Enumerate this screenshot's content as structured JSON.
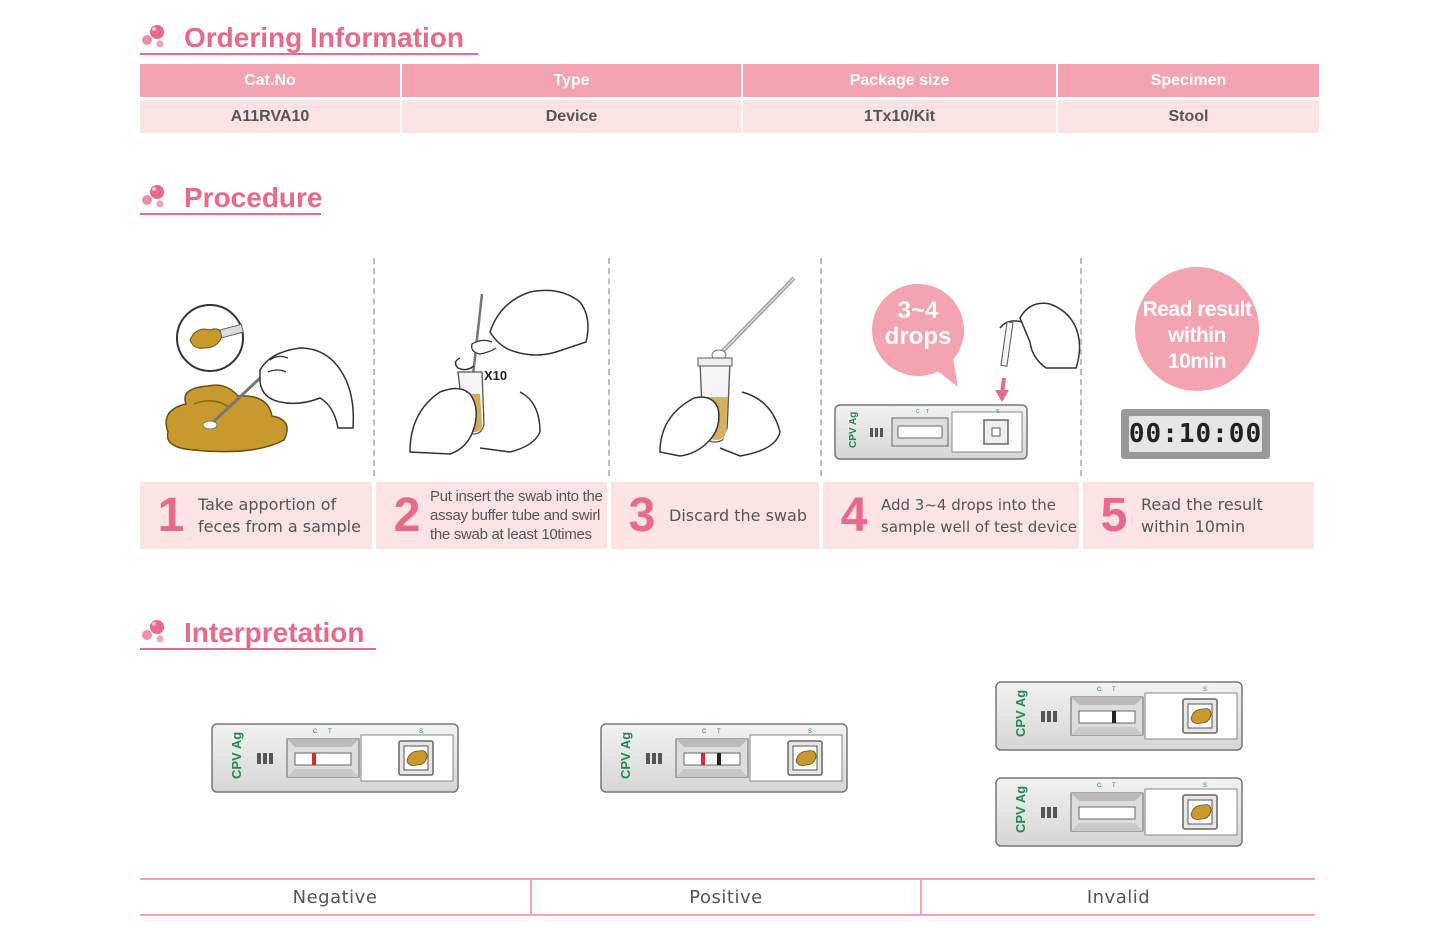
{
  "sections": {
    "ordering": {
      "title": "Ordering Information"
    },
    "procedure": {
      "title": "Procedure"
    },
    "interpretation": {
      "title": "Interpretation"
    }
  },
  "ordering_table": {
    "headers": [
      "Cat.No",
      "Type",
      "Package size",
      "Specimen"
    ],
    "row": [
      "A11RVA10",
      "Device",
      "1Tx10/Kit",
      "Stool"
    ]
  },
  "procedure": {
    "steps": [
      {
        "num": "1",
        "line1": "Take apportion of",
        "line2": "feces from a sample",
        "line3": ""
      },
      {
        "num": "2",
        "line1": "Put insert the swab into the",
        "line2": "assay buffer tube and swirl",
        "line3": "the swab at least 10times"
      },
      {
        "num": "3",
        "line1": "Discard the swab",
        "line2": "",
        "line3": ""
      },
      {
        "num": "4",
        "line1": "Add 3~4 drops into the",
        "line2": "sample well of test device",
        "line3": ""
      },
      {
        "num": "5",
        "line1": "Read the result",
        "line2": "within 10min",
        "line3": ""
      }
    ],
    "swirl_label": "X10",
    "drops_bubble": {
      "line1": "3~4",
      "line2": "drops"
    },
    "read_bubble": {
      "line1": "Read result",
      "line2": "within",
      "line3": "10min"
    },
    "timer": "00:10:00"
  },
  "device": {
    "label": "CPV Ag",
    "c": "C",
    "t": "T",
    "s": "S"
  },
  "results": [
    "Negative",
    "Positive",
    "Invalid"
  ],
  "colors": {
    "accent": "#e8698a",
    "header_bg": "#f4a3b0",
    "row_bg": "#fbe3e6",
    "stool": "#c89a2e",
    "line_red": "#d9282f"
  }
}
